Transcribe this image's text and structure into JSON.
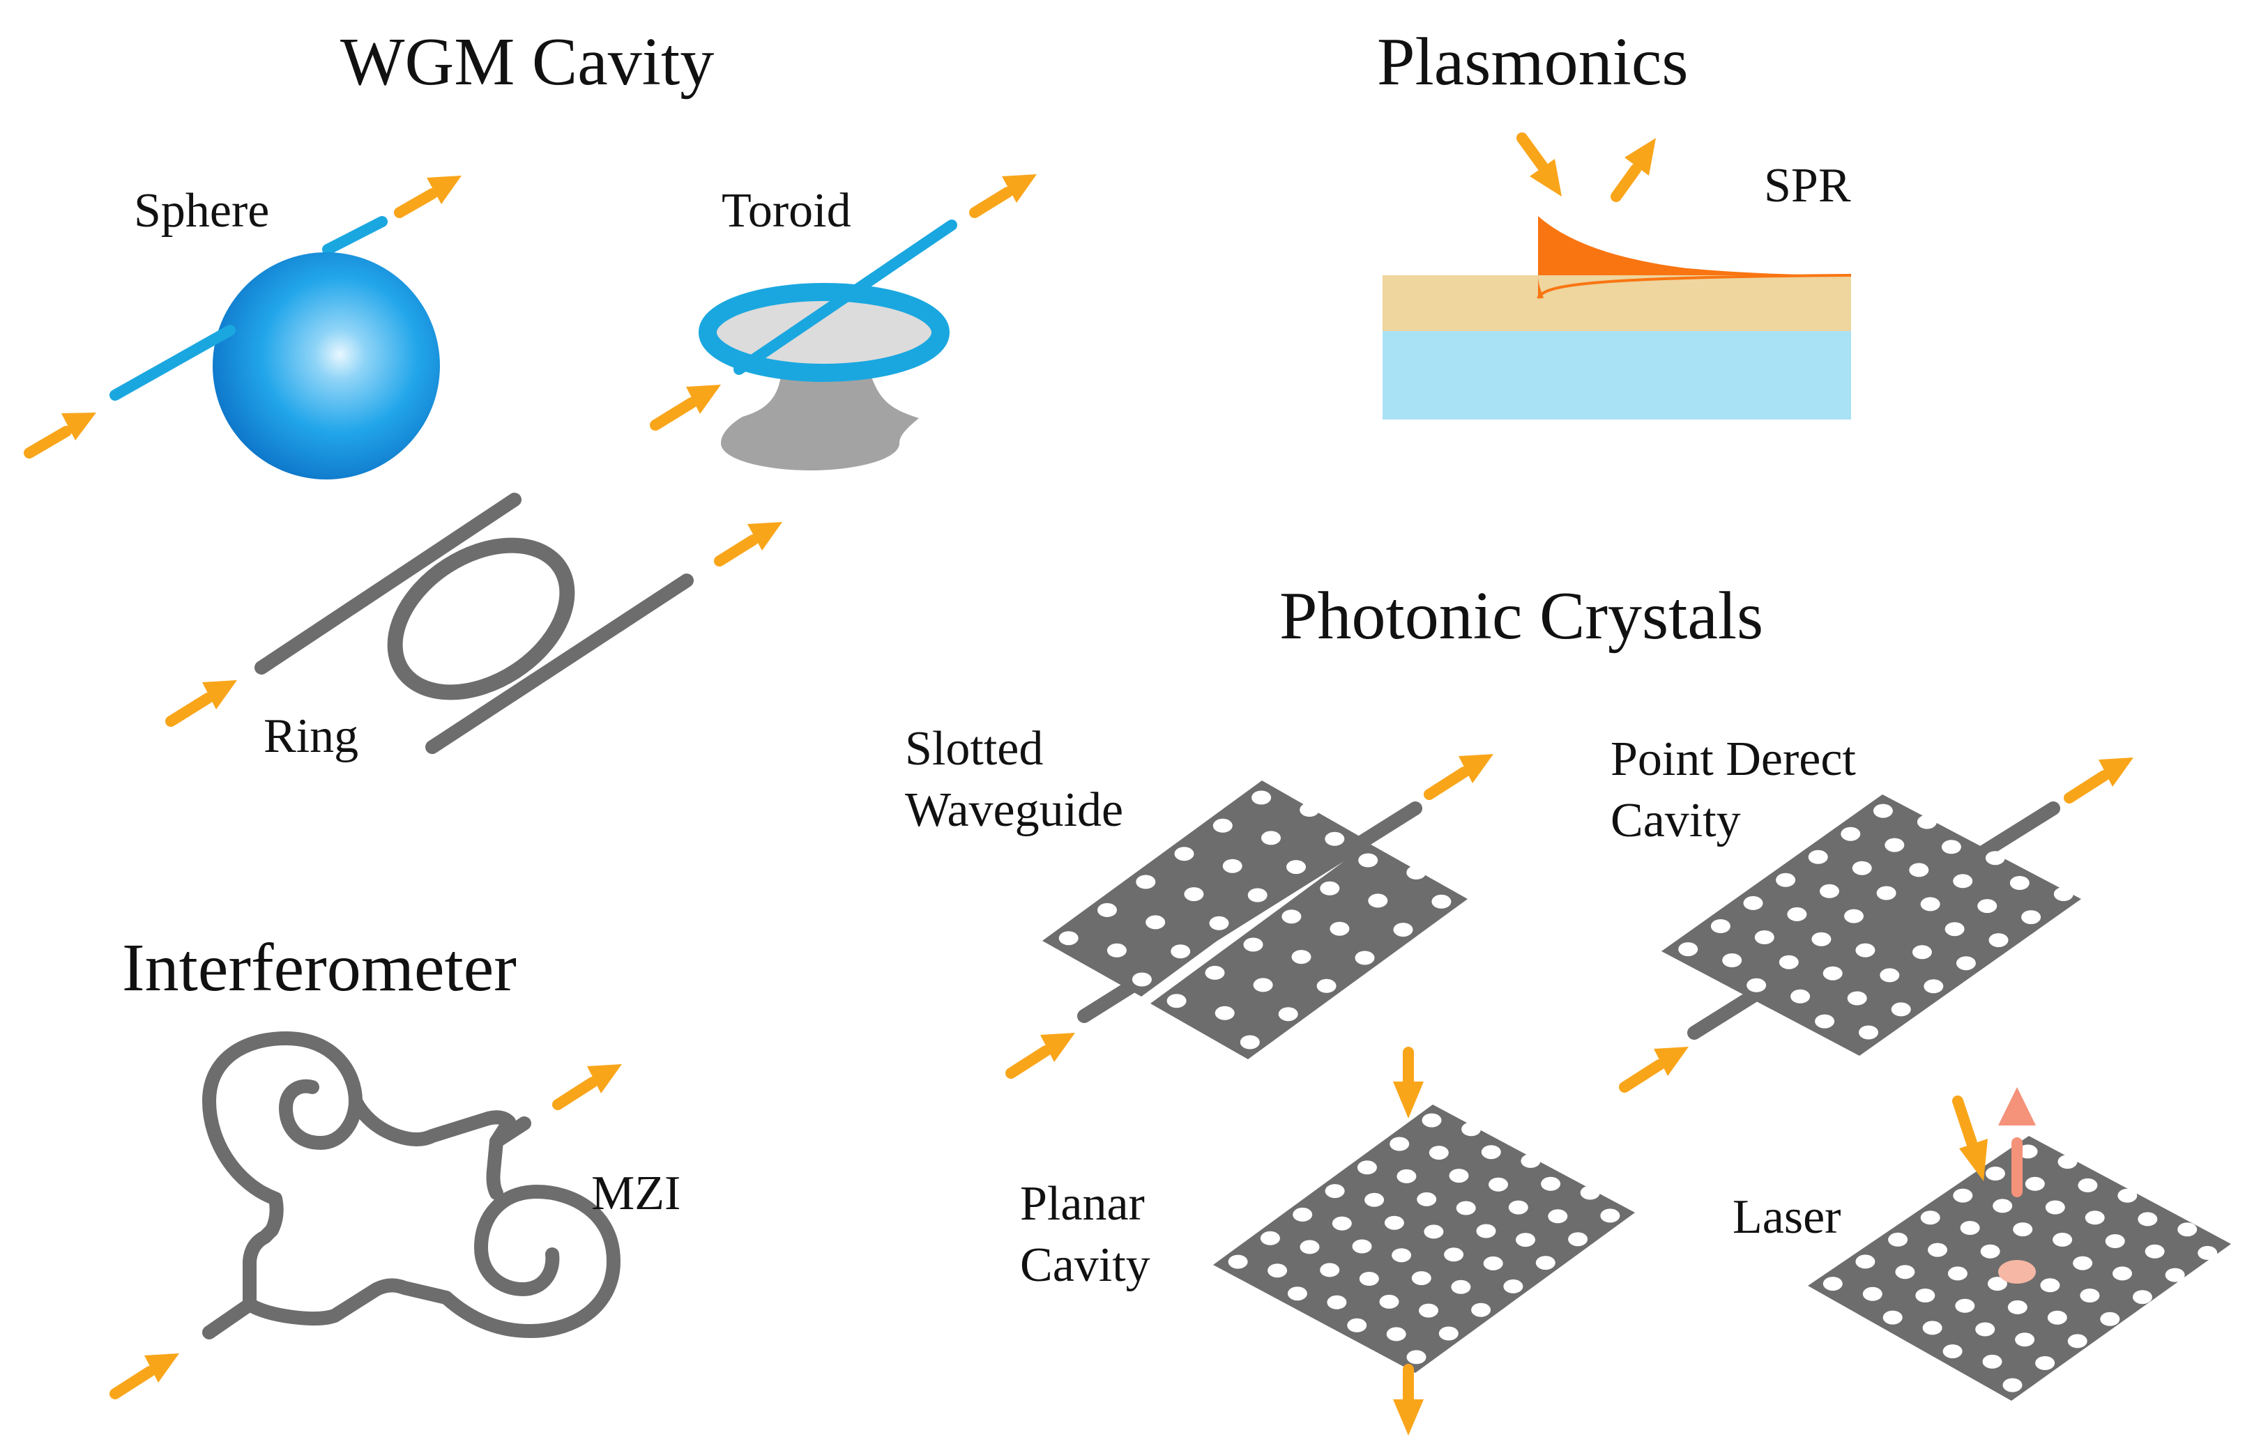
{
  "sections": {
    "wgm_title": "WGM Cavity",
    "plasmonics_title": "Plasmonics",
    "photonic_title": "Photonic Crystals",
    "interferometer_title": "Interferometer"
  },
  "labels": {
    "sphere": "Sphere",
    "toroid": "Toroid",
    "ring": "Ring",
    "spr": "SPR",
    "mzi": "MZI",
    "slotted_1": "Slotted",
    "slotted_2": "Waveguide",
    "point_1": "Point Derect",
    "point_2": "Cavity",
    "planar_1": "Planar",
    "planar_2": "Cavity",
    "laser": "Laser"
  },
  "colors": {
    "arrow": "#F9A51A",
    "waveguide_blue": "#1AA7E0",
    "gray": "#6D6D6D",
    "pedestal": "#A3A3A3",
    "gold_layer": "#EFD59E",
    "substrate": "#A9E2F5",
    "spr_field": "#F97512",
    "laser_arrow": "#F4927A"
  }
}
